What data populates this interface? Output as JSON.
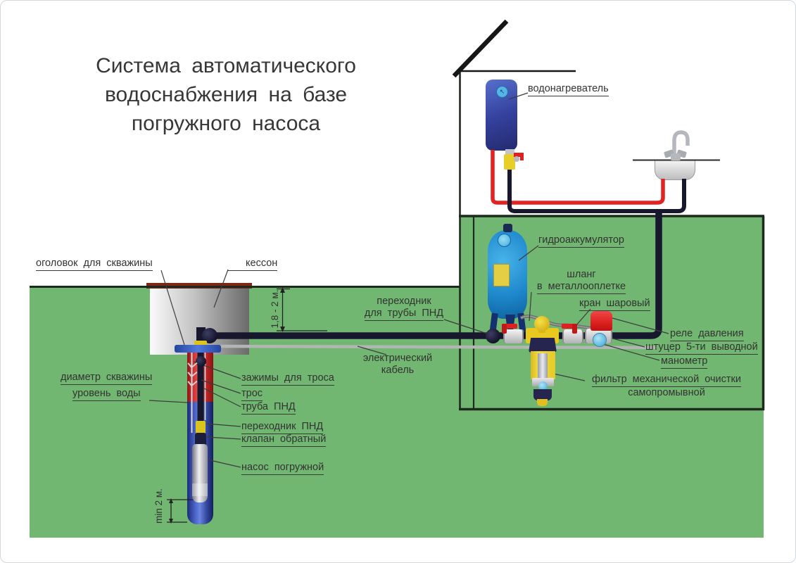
{
  "title": {
    "line1": "Система автоматического",
    "line2": "водоснабжения на базе",
    "line3": "погружного насоса"
  },
  "house": {
    "water_heater": "водонагреватель"
  },
  "basement": {
    "hydroaccumulator": "гидроаккумулятор",
    "hose_line1": "шланг",
    "hose_line2": "в металлооплетке",
    "ball_valve": "кран шаровый",
    "pressure_relay": "реле давления",
    "five_way_fitting": "штуцер 5-ти выводной",
    "manometer": "манометр",
    "filter_line1": "фильтр механической очистки",
    "filter_line2": "самопромывной"
  },
  "run": {
    "pipe_adapter_line1": "переходник",
    "pipe_adapter_line2": "для трубы ПНД",
    "electric_cable_line1": "электрический",
    "electric_cable_line2": "кабель"
  },
  "well": {
    "wellhead": "оголовок для скважины",
    "caisson": "кессон",
    "well_diameter": "диаметр скважины",
    "water_level": "уровень воды",
    "cable_clamps": "зажимы для троса",
    "cable": "трос",
    "hdpe_pipe": "труба ПНД",
    "hdpe_adapter": "переходник ПНД",
    "check_valve": "клапан обратный",
    "submersible_pump": "насос погружной"
  },
  "dimensions": {
    "caisson_depth": "1,8 - 2 м.",
    "pump_clearance": "min 2 м."
  },
  "colors": {
    "ground_green": "#71b771",
    "outline_dark": "#1f2a1f",
    "pipe_navy": "#17172e",
    "hot_pipe_red": "#e32222",
    "cable_gray": "#b2b6b2",
    "tank_blue": "#1e88cc",
    "valve_red": "#e02020",
    "fitting_yellow": "#e9c81f",
    "gauge_blue": "#58b4dc",
    "caisson_lid_brown": "#7c2817",
    "casing_red": "#d83838",
    "water_blue": "#4a64c8",
    "label_text": "#333333"
  }
}
